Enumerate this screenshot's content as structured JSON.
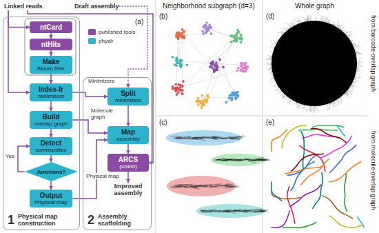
{
  "diagram": {
    "nodes": [
      {
        "text": [
          "Linked reads"
        ]
      },
      {
        "text": [
          "Draft assembly"
        ]
      },
      {
        "text": [
          "1",
          "Physical map construction"
        ]
      },
      {
        "text": [
          "ntCard"
        ],
        "in": 2
      },
      {
        "text": [
          "ntHits"
        ],
        "in": 2
      },
      {
        "text": [
          "Make",
          "Bloom filter"
        ],
        "in": 2
      },
      {
        "text": [
          "Index-lr",
          "minimizers"
        ],
        "in": 2
      },
      {
        "text": [
          "Build",
          "overlap graph"
        ],
        "in": 2
      },
      {
        "text": [
          "Detect",
          "communities"
        ],
        "in": 2
      },
      {
        "text": [
          "Junctions?"
        ],
        "in": 2
      },
      {
        "text": [
          "Output",
          "Physical map"
        ],
        "in": 2
      },
      {
        "text": [
          "2",
          "Assembly scaffolding"
        ]
      },
      {
        "text": [
          "Split",
          "minimizers"
        ],
        "in": 11
      },
      {
        "text": [
          "Map",
          "assembly"
        ],
        "in": 11
      },
      {
        "text": [
          "ARCS",
          "(orient)"
        ],
        "in": 11
      },
      {
        "text": [
          "Improved assembly"
        ],
        "in": 11
      }
    ],
    "edges": [
      {
        "from": 0,
        "to": 3,
        "arrow": "to"
      },
      {
        "from": 0,
        "to": 6,
        "arrow": "to"
      },
      {
        "from": 3,
        "to": 4,
        "arrow": "to"
      },
      {
        "from": 4,
        "to": 5,
        "arrow": "to"
      },
      {
        "from": 5,
        "to": 6,
        "arrow": "to"
      },
      {
        "from": 6,
        "to": 7,
        "arrow": "to"
      },
      {
        "from": 7,
        "to": 8,
        "arrow": "to"
      },
      {
        "from": 8,
        "to": 9,
        "arrow": "to"
      },
      {
        "from": 9,
        "to": 8,
        "label": "Yes",
        "arrow": "to"
      },
      {
        "from": 9,
        "to": 10,
        "arrow": "to"
      },
      {
        "from": 6,
        "to": 12,
        "label": "Minimizers",
        "arrow": "to"
      },
      {
        "from": 7,
        "to": 13,
        "label": "Molecule graph",
        "arrow": "to"
      },
      {
        "from": 10,
        "to": 13,
        "label": "Physical map",
        "arrow": "to"
      },
      {
        "from": 1,
        "to": 12,
        "arrow": "to"
      },
      {
        "from": 12,
        "to": 13,
        "arrow": "to"
      },
      {
        "from": 13,
        "to": 14,
        "arrow": "to"
      },
      {
        "from": 14,
        "to": 15,
        "arrow": "to"
      },
      {
        "from": 0,
        "to": 14,
        "arrow": "to"
      }
    ],
    "labels": [
      "(a)",
      "(b)",
      "(c)",
      "(d)",
      "(e)",
      "Neighborhood subgraph (d=3)",
      "Whole graph",
      "from barcode-overlap graph",
      "from molecule-overlap graph"
    ],
    "legend": [
      {
        "text": "published tools",
        "color": "#8b4aa3"
      },
      {
        "text": "physlr",
        "color": "#2bb4cc"
      }
    ]
  }
}
